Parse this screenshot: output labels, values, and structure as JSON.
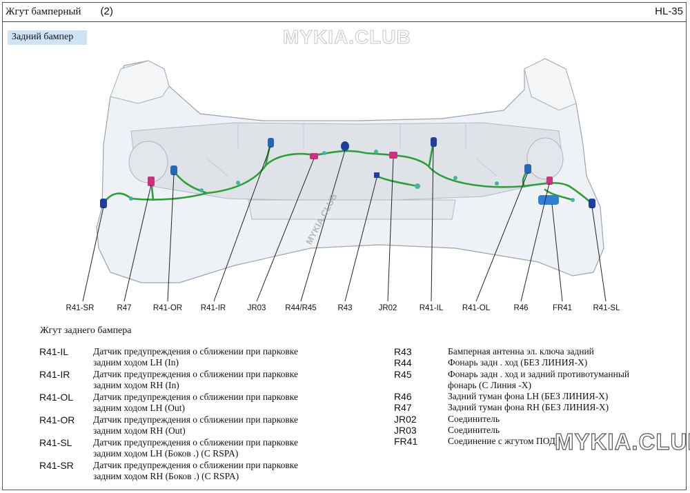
{
  "header": {
    "title": "Жгут бамперный",
    "title_number": "(2)",
    "page_code": "HL-35"
  },
  "section_label": "Задний бампер",
  "watermarks": {
    "top": "MYKIA.CLUB",
    "middle": "MYKIA.CLUB",
    "bottom": "MYKIA.CLUB"
  },
  "callouts": [
    "R41-SR",
    "R47",
    "R41-OR",
    "R41-IR",
    "JR03",
    "R44/R45",
    "R43",
    "JR02",
    "R41-IL",
    "R41-OL",
    "R46",
    "FR41",
    "R41-SL"
  ],
  "legend_title": "Жгут заднего бампера",
  "legend_left": [
    {
      "code": "R41-IL",
      "line1": "Датчик предупреждения о сближении при парковке",
      "line2": "задним ходом LH (In)"
    },
    {
      "code": "R41-IR",
      "line1": "Датчик предупреждения о сближении при парковке",
      "line2": "задним ходом RH (In)"
    },
    {
      "code": "R41-OL",
      "line1": "Датчик предупреждения о сближении при парковке",
      "line2": "задним ходом LH (Out)"
    },
    {
      "code": "R41-OR",
      "line1": "Датчик предупреждения о сближении при парковке",
      "line2": "задним ходом RH (Out)"
    },
    {
      "code": "R41-SL",
      "line1": "Датчик предупреждения о сближении при парковке",
      "line2": "задним ходом LH (Боков .) (C RSPA)"
    },
    {
      "code": "R41-SR",
      "line1": "Датчик предупреждения о сближении при парковке",
      "line2": "задним ходом RH (Боков .) (C RSPA)"
    }
  ],
  "legend_right": [
    {
      "code": "R43",
      "desc": "Бамперная антенна эл. ключа задний"
    },
    {
      "code": "R44",
      "desc": "Фонарь задн . ход (БЕЗ ЛИНИЯ-X)"
    },
    {
      "code": "R45",
      "desc": "Фонарь задн . ход и задний противотуманный фонарь (C Линия -X)"
    },
    {
      "code": "R46",
      "desc": "Задний туман фона LH (БЕЗ ЛИНИЯ-X)"
    },
    {
      "code": "R47",
      "desc": "Задний туман фона RH (БЕЗ ЛИНИЯ-X)"
    },
    {
      "code": "JR02",
      "desc": "Соединитель"
    },
    {
      "code": "JR03",
      "desc": "Соединитель"
    },
    {
      "code": "FR41",
      "desc": "Соединение с жгутом ПОД"
    }
  ],
  "colors": {
    "harness": "#2e9e3a",
    "connector_blue": "#1f3f9e",
    "connector_magenta": "#c8357f",
    "section_label_bg": "#cfe3f4"
  }
}
